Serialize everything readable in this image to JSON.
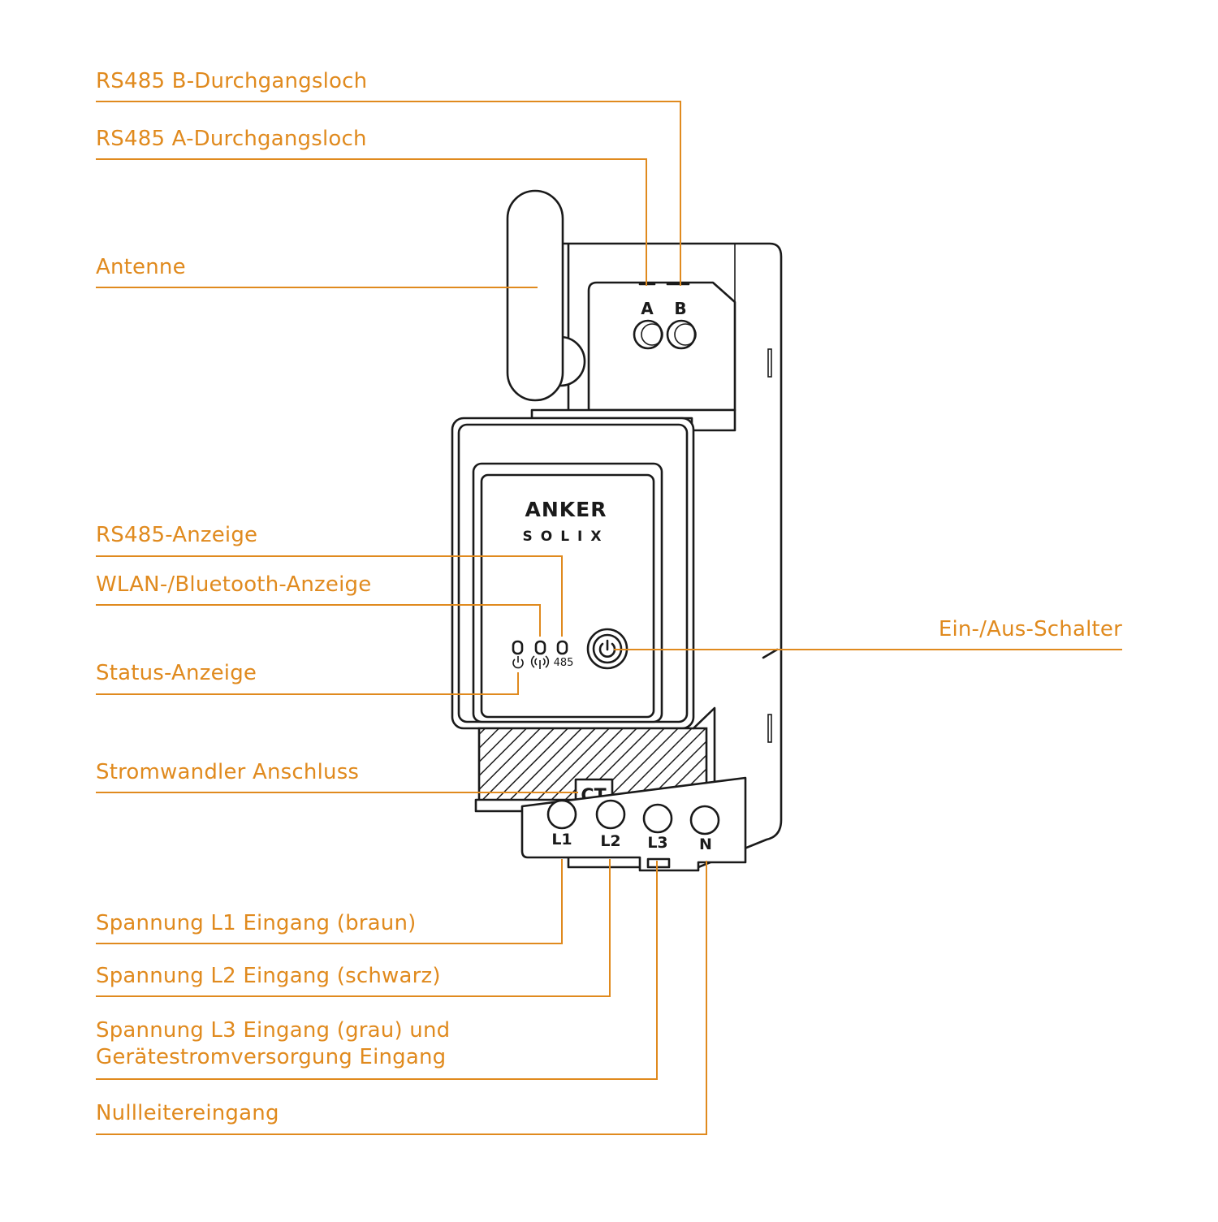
{
  "labels": {
    "rs485_b": "RS485 B-Durchgangsloch",
    "rs485_a": "RS485 A-Durchgangsloch",
    "antenna": "Antenne",
    "rs485_indicator": "RS485-Anzeige",
    "wlan_bt_indicator": "WLAN-/Bluetooth-Anzeige",
    "status_indicator": "Status-Anzeige",
    "ct_port": "Stromwandler Anschluss",
    "power_switch": "Ein-/Aus-Schalter",
    "l1_input": "Spannung L1 Eingang (braun)",
    "l2_input": "Spannung L2 Eingang (schwarz)",
    "l3_input_line1": "Spannung L3 Eingang (grau) und",
    "l3_input_line2": "Gerätestromversorgung Eingang",
    "neutral_input": "Nullleitereingang"
  },
  "device": {
    "brand_top": "ANKER",
    "brand_bottom": "SOLIX",
    "terminal_a": "A",
    "terminal_b": "B",
    "ct": "CT",
    "rs485_led_text": "485",
    "terminals": [
      "L1",
      "L2",
      "L3",
      "N"
    ]
  },
  "colors": {
    "accent": "#e08a1e",
    "outline": "#1a1a1a",
    "background": "#ffffff"
  }
}
